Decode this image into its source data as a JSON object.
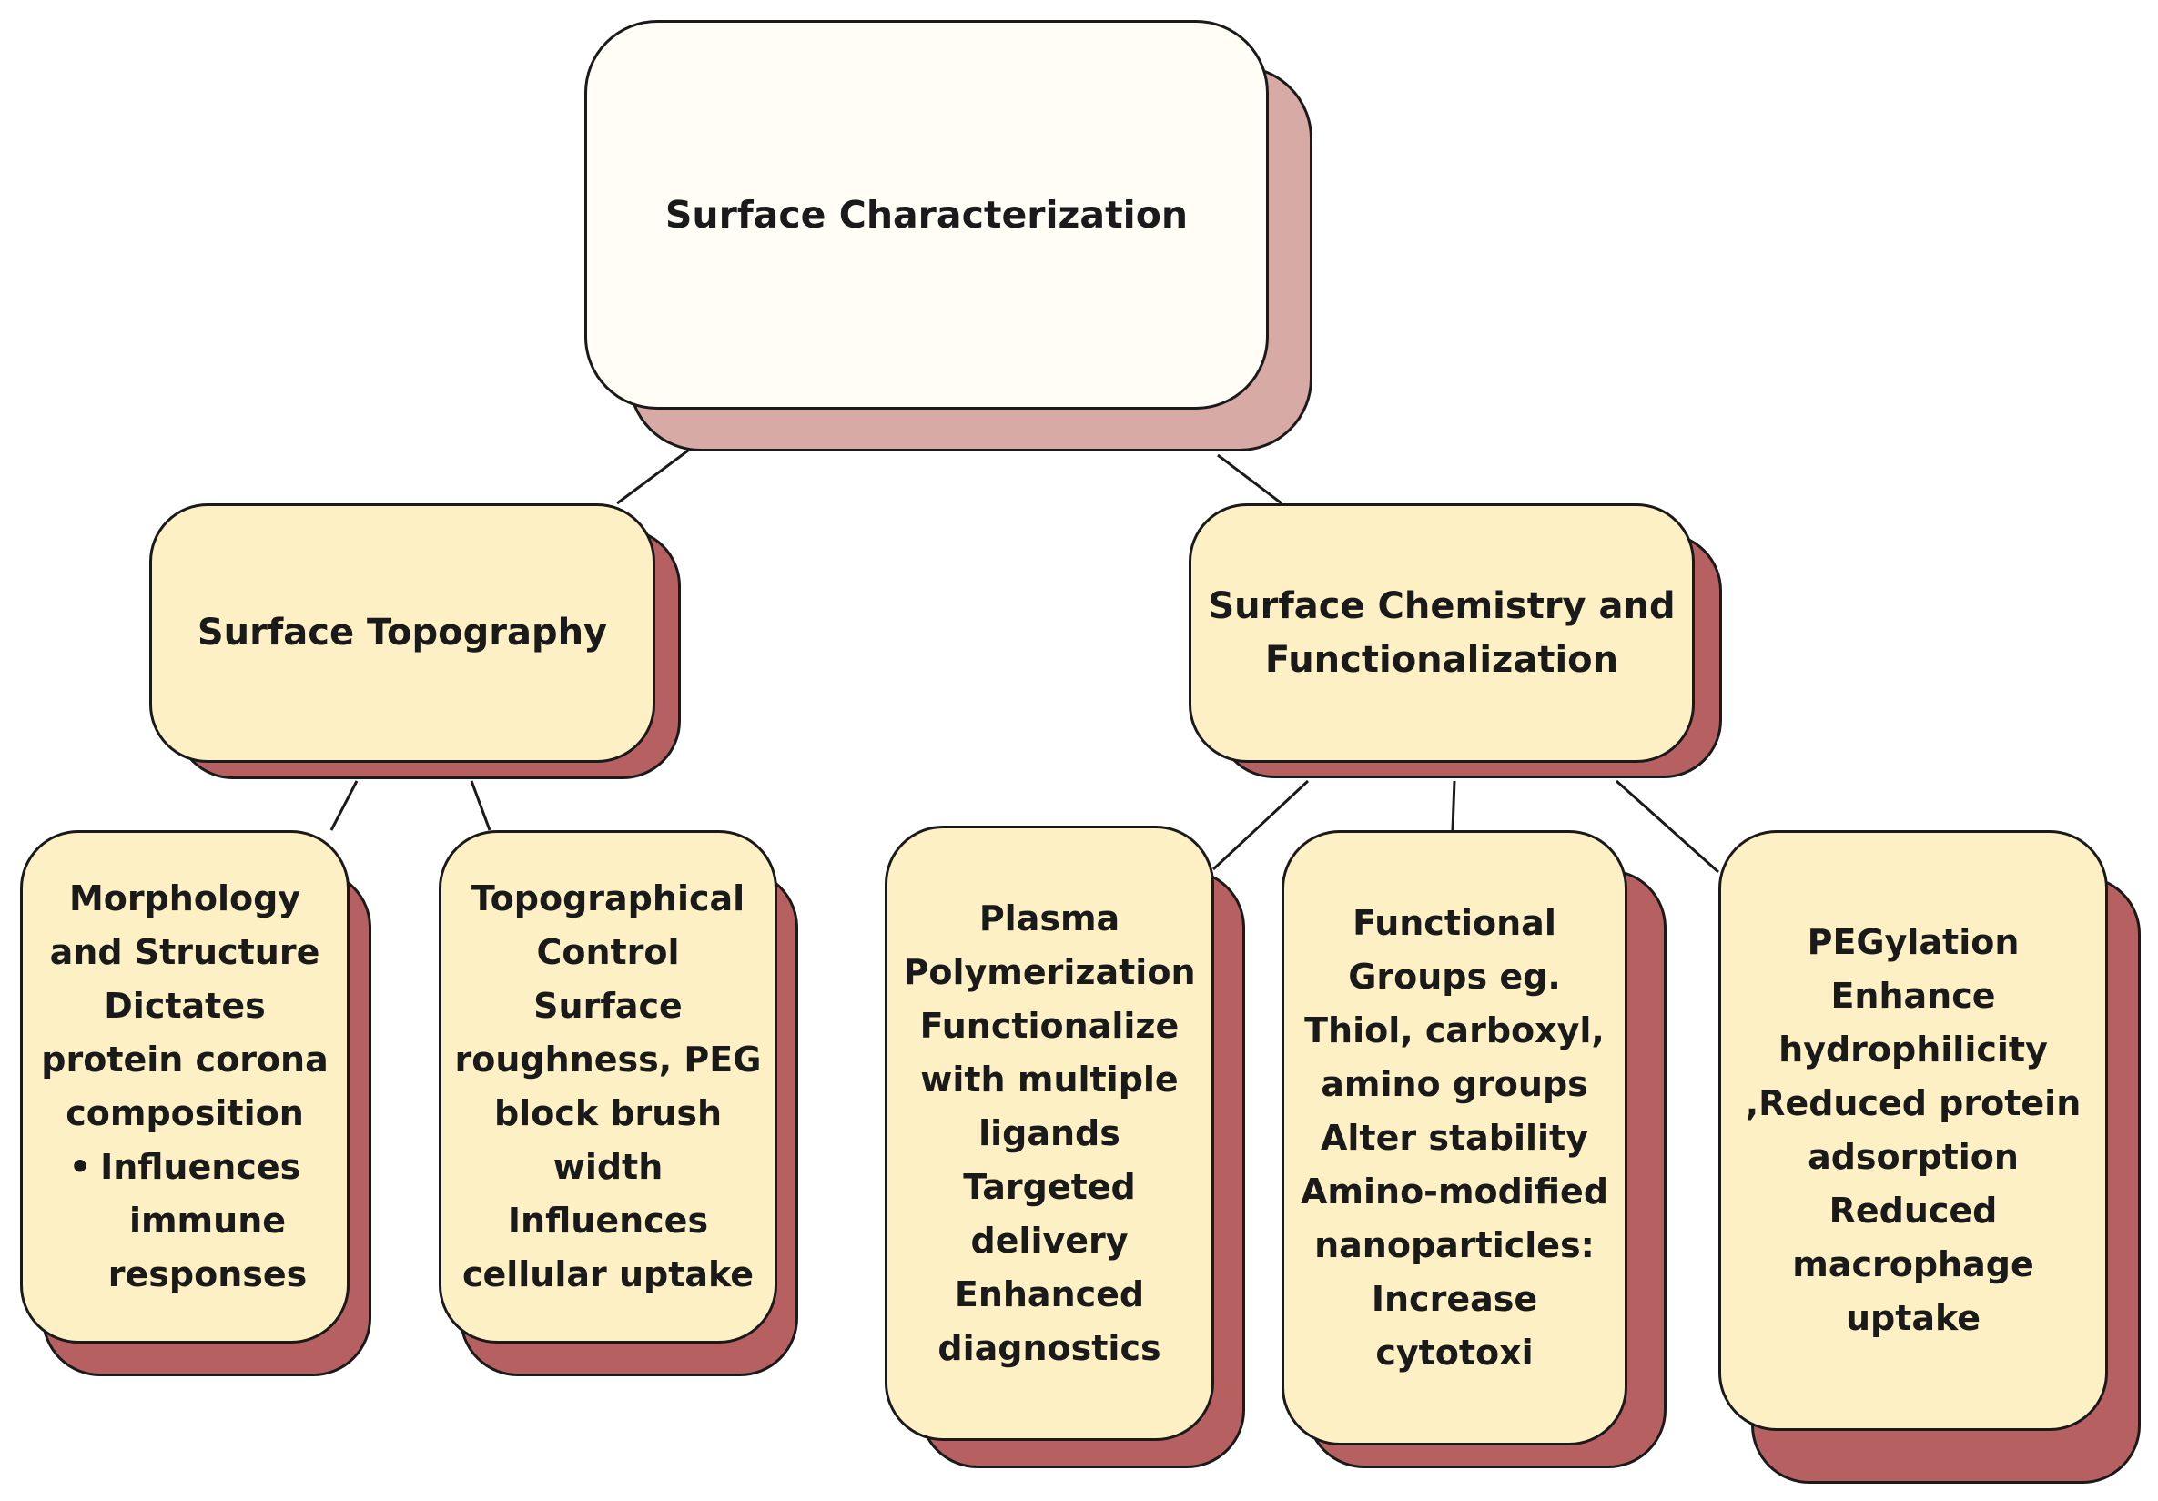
{
  "root": {
    "label": "Surface Characterization"
  },
  "branches": [
    {
      "label_lines": [
        "Surface Topography"
      ],
      "leaves": [
        {
          "lines": [
            "Morphology",
            "and Structure",
            "Dictates",
            "protein corona",
            "composition"
          ],
          "bullet_lines": [
            "Influences",
            "immune",
            "responses"
          ]
        },
        {
          "lines": [
            "Topographical",
            "Control",
            "Surface",
            "roughness, PEG",
            "block brush",
            "width",
            "Influences",
            "cellular uptake"
          ]
        }
      ]
    },
    {
      "label_lines": [
        "Surface Chemistry and",
        "Functionalization"
      ],
      "leaves": [
        {
          "lines": [
            "Plasma",
            "Polymerization",
            "Functionalize",
            "with multiple",
            "ligands",
            "Targeted",
            "delivery",
            "Enhanced",
            "diagnostics"
          ]
        },
        {
          "lines": [
            "Functional",
            "Groups eg.",
            "Thiol, carboxyl,",
            "amino groups",
            "Alter stability",
            "Amino-modified",
            "nanoparticles:",
            "Increase",
            "cytotoxi"
          ]
        },
        {
          "lines": [
            "PEGylation",
            "Enhance",
            "hydrophilicity",
            ",Reduced protein",
            "adsorption",
            "Reduced",
            "macrophage",
            "uptake"
          ]
        }
      ]
    }
  ],
  "colors": {
    "root_fill": "#fffdf6",
    "root_shadow": "#d7aaa6",
    "node_fill": "#fdf0c4",
    "node_shadow": "#b76061",
    "stroke": "#1a1a1a"
  }
}
